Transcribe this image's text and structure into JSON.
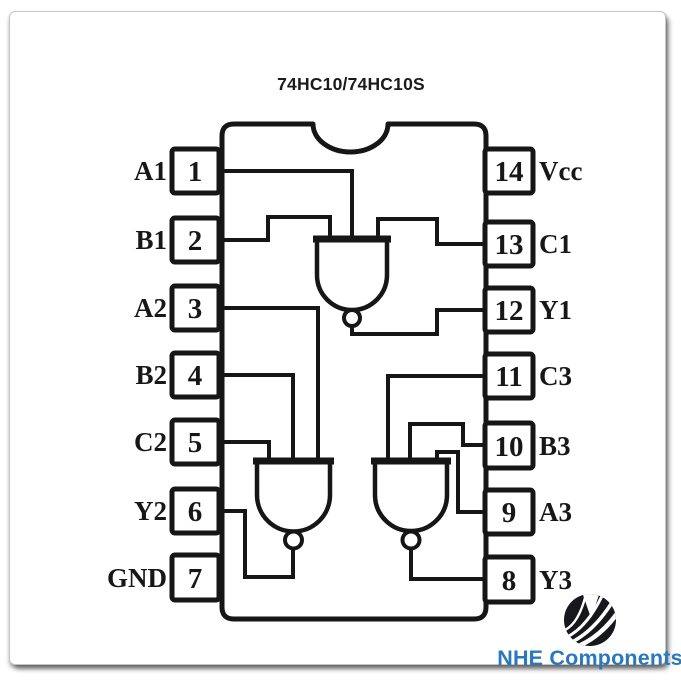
{
  "title": "74HC10/74HC10S",
  "chip": {
    "package": "DIP-14",
    "left_pins": [
      {
        "number": "1",
        "label": "A1"
      },
      {
        "number": "2",
        "label": "B1"
      },
      {
        "number": "3",
        "label": "A2"
      },
      {
        "number": "4",
        "label": "B2"
      },
      {
        "number": "5",
        "label": "C2"
      },
      {
        "number": "6",
        "label": "Y2"
      },
      {
        "number": "7",
        "label": "GND"
      }
    ],
    "right_pins": [
      {
        "number": "14",
        "label": "Vcc"
      },
      {
        "number": "13",
        "label": "C1"
      },
      {
        "number": "12",
        "label": "Y1"
      },
      {
        "number": "11",
        "label": "C3"
      },
      {
        "number": "10",
        "label": "B3"
      },
      {
        "number": "9",
        "label": "A3"
      },
      {
        "number": "8",
        "label": "Y3"
      }
    ],
    "gates": [
      {
        "type": "3-input NAND",
        "input_pins": [
          "1",
          "2",
          "13"
        ],
        "output_pin": "12"
      },
      {
        "type": "3-input NAND",
        "input_pins": [
          "3",
          "4",
          "5"
        ],
        "output_pin": "6"
      },
      {
        "type": "3-input NAND",
        "input_pins": [
          "9",
          "10",
          "11"
        ],
        "output_pin": "8"
      }
    ]
  },
  "branding": {
    "name": "NHE Components",
    "icon": "shell-fan-icon",
    "text_color": "#2878be",
    "icon_color": "#17181c"
  },
  "colors": {
    "ink": "#161616",
    "paper": "#ffffff",
    "card_border": "#c6c6c6"
  }
}
